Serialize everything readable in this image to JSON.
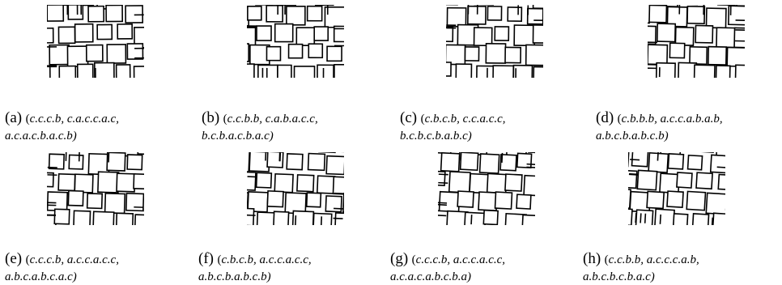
{
  "figures": [
    {
      "label": "(a)",
      "seq": "c.c.c.b, c.a.c.c.a.c,",
      "seq2": "a.c.a.c.b.a.c.b)"
    },
    {
      "label": "(b)",
      "seq": "c.c.b.b, c.a.b.a.c.c,",
      "seq2": "b.c.b.a.c.b.a.c)"
    },
    {
      "label": "(c)",
      "seq": "c.b.c.b, c.c.a.c.c,",
      "seq2": "b.c.b.c.b.a.b.c)"
    },
    {
      "label": "(d)",
      "seq": "c.b.b.b, a.c.c.a.b.a.b,",
      "seq2": "a.b.c.b.a.b.c.b)"
    },
    {
      "label": "(e)",
      "seq": "c.c.c.b, a.c.c.a.c.c,",
      "seq2": "a.b.c.a.b.c.a.c)"
    },
    {
      "label": "(f)",
      "seq": "c.b.c.b, a.c.c.a.c.c,",
      "seq2": "a.b.c.b.a.b.c.b)"
    },
    {
      "label": "(g)",
      "seq": "c.c.c.b, a.c.c.a.c.c,",
      "seq2": "a.c.a.c.a.b.c.b.a)"
    },
    {
      "label": "(h)",
      "seq": "c.c.b.b, a.c.c.c.a.b,",
      "seq2": "a.b.c.b.c.b.a.c)"
    }
  ]
}
